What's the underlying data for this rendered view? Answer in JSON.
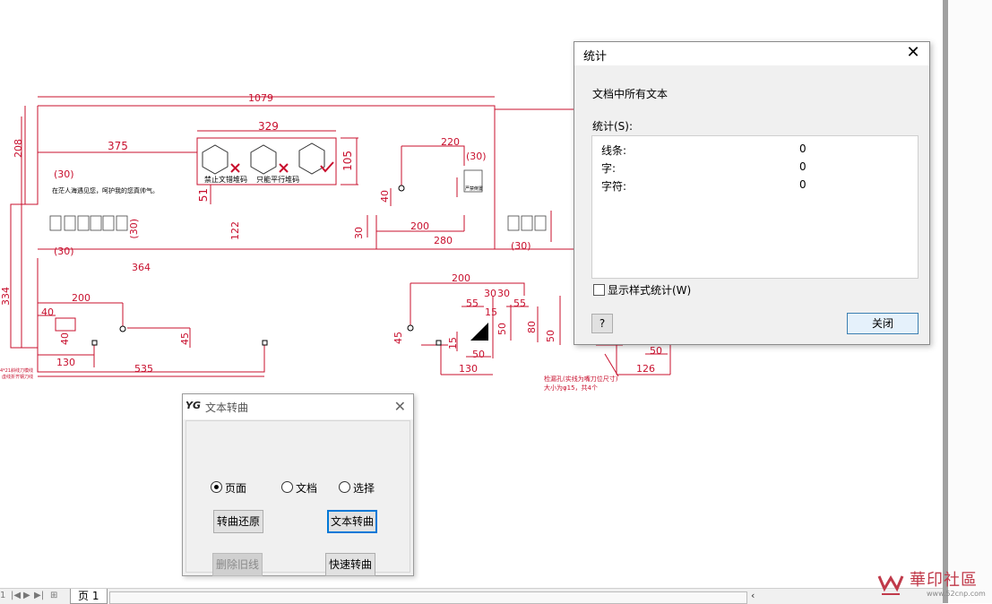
{
  "drawing": {
    "dims": [
      "1079",
      "375",
      "329",
      "105",
      "208",
      "51",
      "122",
      "364",
      "334",
      "200",
      "40",
      "40",
      "45",
      "130",
      "535",
      "220",
      "40",
      "30",
      "200",
      "280",
      "(30)",
      "(30)",
      "(30)",
      "(30)",
      "200",
      "30",
      "30",
      "55",
      "55",
      "15",
      "50",
      "80",
      "50",
      "45",
      "15",
      "50",
      "130",
      "50",
      "126",
      "(30)"
    ],
    "warning_text": "禁止文错堆码    只能平行堆码",
    "slogan": "在茫人海遇见您，呵护我的您真帅气。",
    "note1": "检漏孔(实线为嘴刀位尺寸)",
    "note2": "大小为φ15，共4个",
    "side_note1": "4*21斜线刀模线",
    "side_note2": "虚线折齐钢刀线",
    "sign_caption": "严禁倒置"
  },
  "stats_dialog": {
    "title": "统计",
    "heading": "文档中所有文本",
    "stats_label": "统计(S):",
    "rows": [
      {
        "key": "线条:",
        "value": "0"
      },
      {
        "key": "字:",
        "value": "0"
      },
      {
        "key": "字符:",
        "value": "0"
      }
    ],
    "style_stats_label": "显示样式统计(W)",
    "help_label": "?",
    "close_label": "关闭"
  },
  "curve_dialog": {
    "logo": "YG",
    "title": "文本转曲",
    "radio_page": "页面",
    "radio_doc": "文档",
    "radio_select": "选择",
    "btn_restore": "转曲还原",
    "btn_convert": "文本转曲",
    "btn_delete": "删除旧线",
    "btn_quick": "快速转曲"
  },
  "page_bar": {
    "page_num": "1",
    "page_tab": "页 1"
  },
  "watermark": {
    "text": "華印社區",
    "url": "www.52cnp.com"
  },
  "colors": {
    "drawing_red": "#c8102e",
    "accent_blue": "#0078d7"
  }
}
